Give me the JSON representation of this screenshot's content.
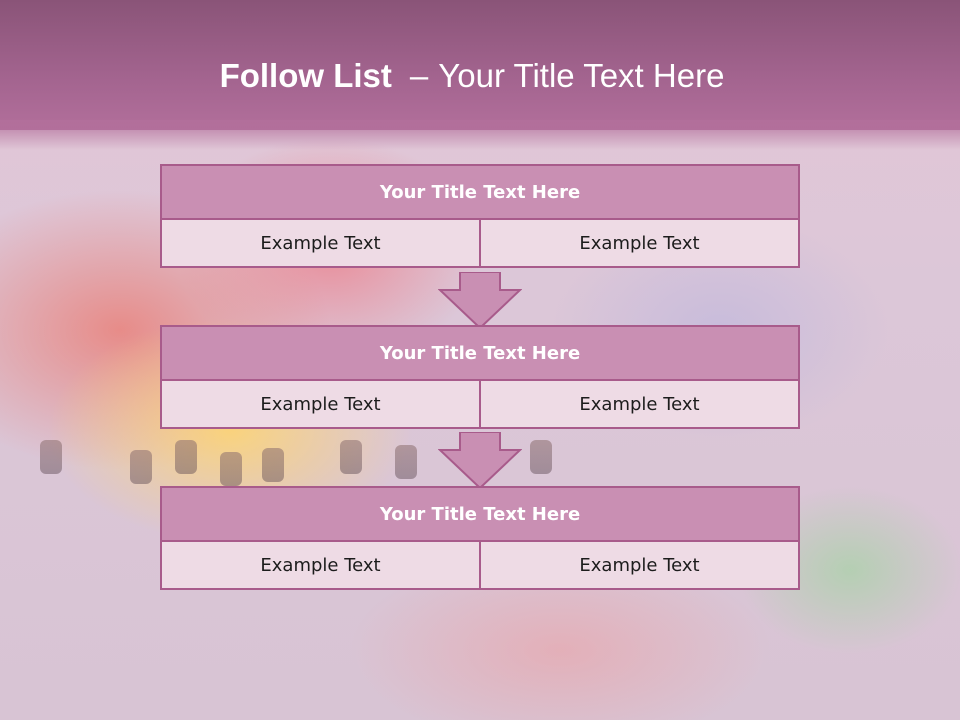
{
  "slide": {
    "title_bold": "Follow List",
    "title_separator": "–",
    "title_rest": "Your Title Text Here"
  },
  "blocks": [
    {
      "title": "Your Title Text Here",
      "left": "Example Text",
      "right": "Example Text"
    },
    {
      "title": "Your Title Text Here",
      "left": "Example Text",
      "right": "Example Text"
    },
    {
      "title": "Your Title Text Here",
      "left": "Example Text",
      "right": "Example Text"
    }
  ],
  "colors": {
    "header_band": "#a3648f",
    "block_title_fill": "#c98fb3",
    "block_border": "#a85b8b",
    "cell_fill": "#eedbe5",
    "arrow_fill": "#c98fb3"
  }
}
